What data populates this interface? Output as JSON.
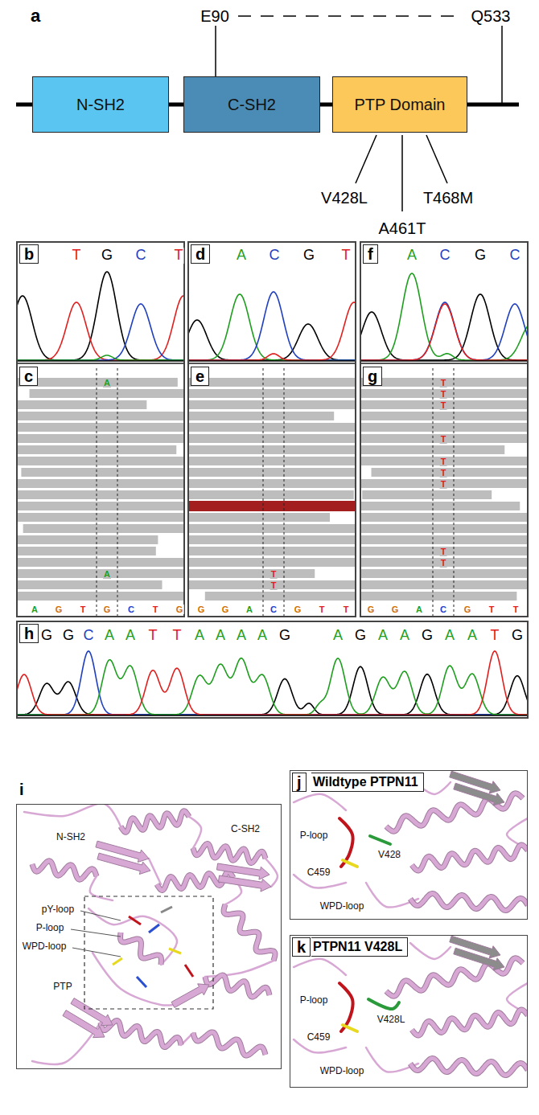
{
  "diagram": {
    "nodes": [
      {
        "text": [
          "N-SH2"
        ]
      },
      {
        "text": [
          "C-SH2"
        ]
      },
      {
        "text": [
          "PTP Domain"
        ]
      },
      {
        "text": [
          "b",
          "c"
        ]
      },
      {
        "text": [
          "d",
          "e"
        ]
      },
      {
        "text": [
          "f",
          "g"
        ]
      },
      {
        "text": [
          "h"
        ]
      },
      {
        "text": [
          "i"
        ]
      },
      {
        "text": [
          "j",
          "Wildtype PTPN11"
        ]
      },
      {
        "text": [
          "k",
          "PTPN11 V428L"
        ]
      }
    ],
    "labels": [
      "a",
      "E90",
      "Q533",
      "V428L",
      "A461T",
      "T468M",
      "T",
      "G",
      "C",
      "T",
      "A",
      "A",
      "A",
      "G",
      "T",
      "G",
      "C",
      "T",
      "G",
      "A",
      "C",
      "G",
      "T",
      "T",
      "T",
      "G",
      "G",
      "A",
      "C",
      "G",
      "T",
      "T",
      "A",
      "C",
      "G",
      "C",
      "T",
      "T",
      "T",
      "T",
      "T",
      "T",
      "T",
      "T",
      "T",
      "G",
      "G",
      "A",
      "C",
      "G",
      "T",
      "T",
      "G",
      "G",
      "C",
      "A",
      "A",
      "T",
      "T",
      "A",
      "A",
      "A",
      "A",
      "G",
      "A",
      "G",
      "A",
      "A",
      "G",
      "A",
      "A",
      "T",
      "G",
      "N-SH2",
      "C-SH2",
      "pY-loop",
      "P-loop",
      "WPD-loop",
      "PTP",
      "P-loop",
      "C459",
      "V428",
      "WPD-loop",
      "P-loop",
      "C459",
      "V428L",
      "WPD-loop"
    ]
  }
}
